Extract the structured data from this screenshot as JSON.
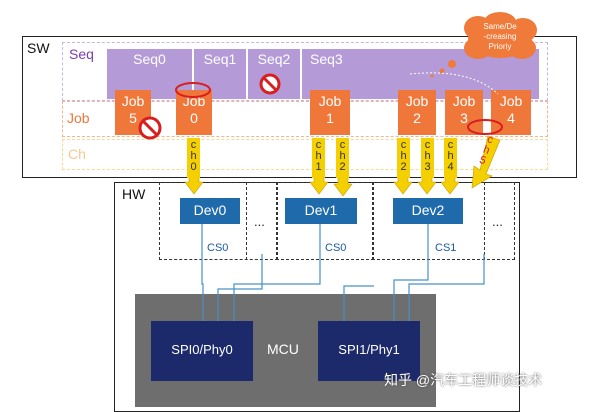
{
  "sw": {
    "title": "SW",
    "seq_label": "Seq",
    "job_label": "Job",
    "ch_label": "Ch"
  },
  "seqs": [
    "Seq0",
    "Seq1",
    "Seq2",
    "Seq3"
  ],
  "jobs": {
    "job5": [
      "Job",
      "5"
    ],
    "job0": [
      "Job",
      "0"
    ],
    "job1": [
      "Job",
      "1"
    ],
    "job2": [
      "Job",
      "2"
    ],
    "job3": [
      "Job",
      "3"
    ],
    "job4": [
      "Job",
      "4"
    ]
  },
  "channels": {
    "ch0": [
      "c",
      "h",
      "0"
    ],
    "ch1": [
      "c",
      "h",
      "1"
    ],
    "ch2a": [
      "c",
      "h",
      "2"
    ],
    "ch2b": [
      "c",
      "h",
      "2"
    ],
    "ch3": [
      "c",
      "h",
      "3"
    ],
    "ch4": [
      "c",
      "h",
      "4"
    ],
    "ch5": [
      "c",
      "h",
      "5"
    ]
  },
  "cloud": [
    "Same/De",
    "-creasing",
    "Prioriy"
  ],
  "hw": {
    "title": "HW",
    "devs": [
      "Dev0",
      "Dev1",
      "Dev2"
    ],
    "ellipsis": "...",
    "cs": [
      "CS0",
      "CS0",
      "CS1"
    ],
    "mcu": "MCU",
    "spi": [
      "SPI0/Phy0",
      "SPI1/Phy1"
    ]
  },
  "watermark": "知乎 @汽车工程师谈技术",
  "colors": {
    "seq_purple": "#b49ad6",
    "job_orange": "#f0773a",
    "ch_yellow": "#f4d000",
    "dev_blue": "#1f6aab",
    "spi_navy": "#1c2a6b",
    "mcu_gray": "#6e6e6e",
    "prohibit_red": "#d81e1e"
  }
}
